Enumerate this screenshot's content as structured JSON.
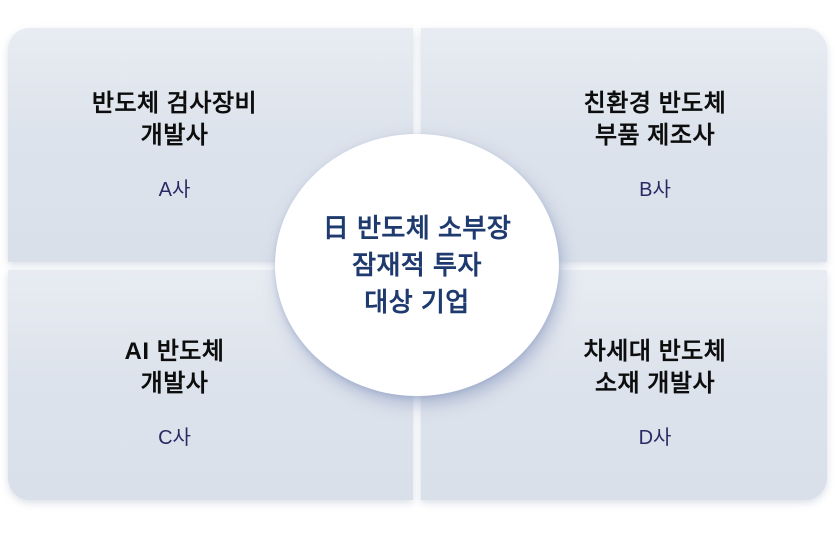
{
  "diagram": {
    "center": {
      "line1": "日 반도체 소부장",
      "line2": "잠재적 투자",
      "line3": "대상 기업"
    },
    "quadrants": [
      {
        "position": "top-left",
        "title_line1": "반도체 검사장비",
        "title_line2": "개발사",
        "label": "A사"
      },
      {
        "position": "top-right",
        "title_line1": "친환경 반도체",
        "title_line2": "부품 제조사",
        "label": "B사"
      },
      {
        "position": "bottom-left",
        "title_line1": "AI 반도체",
        "title_line2": "개발사",
        "label": "C사"
      },
      {
        "position": "bottom-right",
        "title_line1": "차세대 반도체",
        "title_line2": "소재 개발사",
        "label": "D사"
      }
    ],
    "colors": {
      "quadrant_fill_top": "#e8ecf2",
      "quadrant_fill_bottom": "#d9e0ea",
      "title_text": "#0d0d0d",
      "label_text": "#2b2964",
      "center_text": "#1e3a6e",
      "circle_fill": "#ffffff",
      "background": "#ffffff"
    }
  }
}
